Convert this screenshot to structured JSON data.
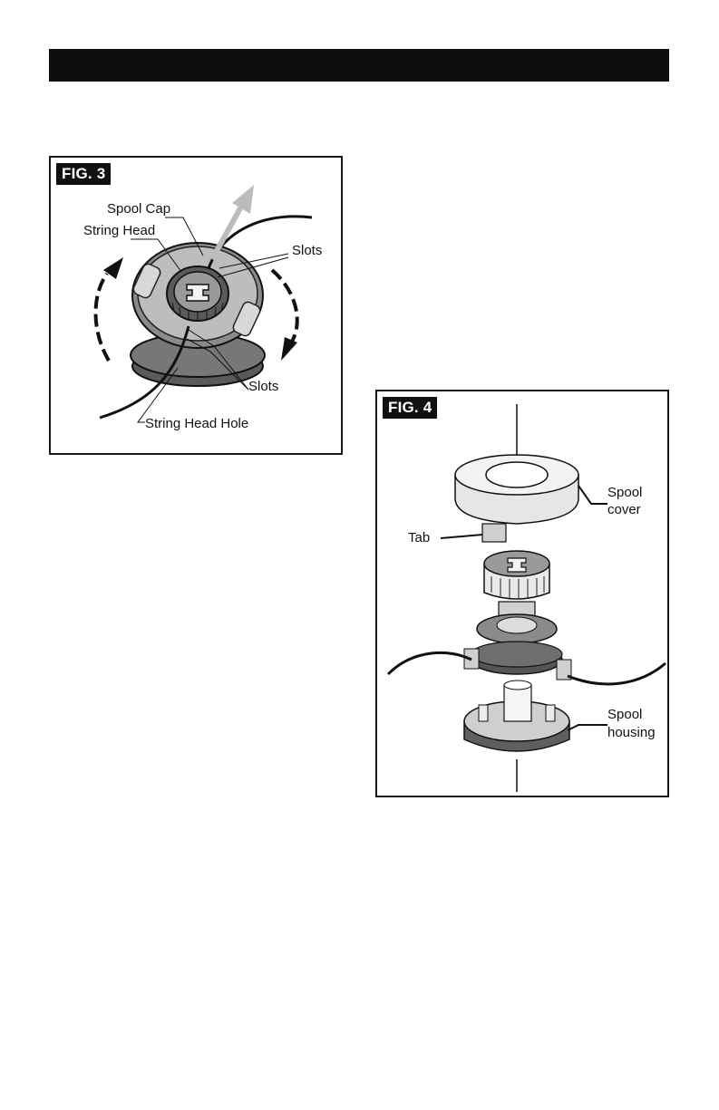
{
  "page": {
    "header_bar_color": "#0d0d0d"
  },
  "fig3": {
    "label": "FIG. 3",
    "callouts": {
      "spool_cap": "Spool Cap",
      "string_head": "String Head",
      "slots_top": "Slots",
      "slots_bottom": "Slots",
      "string_head_hole": "String Head Hole"
    }
  },
  "fig4": {
    "label": "FIG. 4",
    "callouts": {
      "spool_cover_line1": "Spool",
      "spool_cover_line2": "cover",
      "tab": "Tab",
      "spool_housing_line1": "Spool",
      "spool_housing_line2": "housing"
    }
  }
}
